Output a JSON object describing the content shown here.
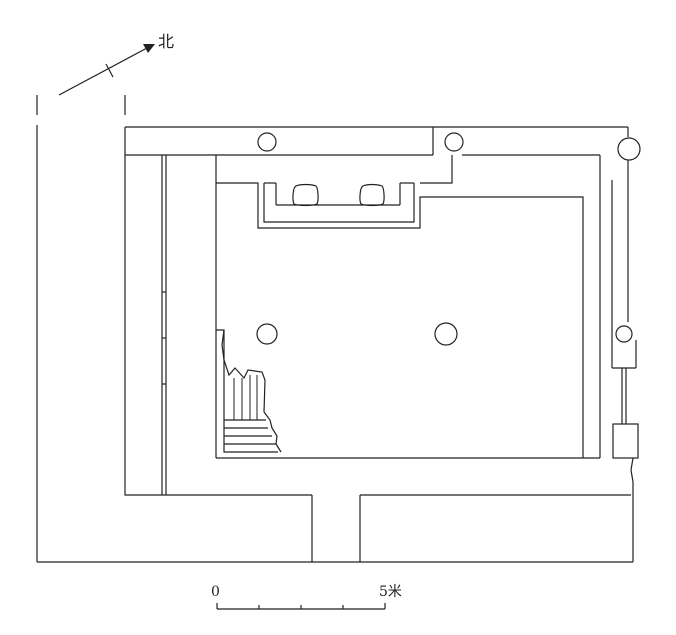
{
  "north_label": "北",
  "scale": {
    "zero_label": "0",
    "end_label": "5米"
  }
}
